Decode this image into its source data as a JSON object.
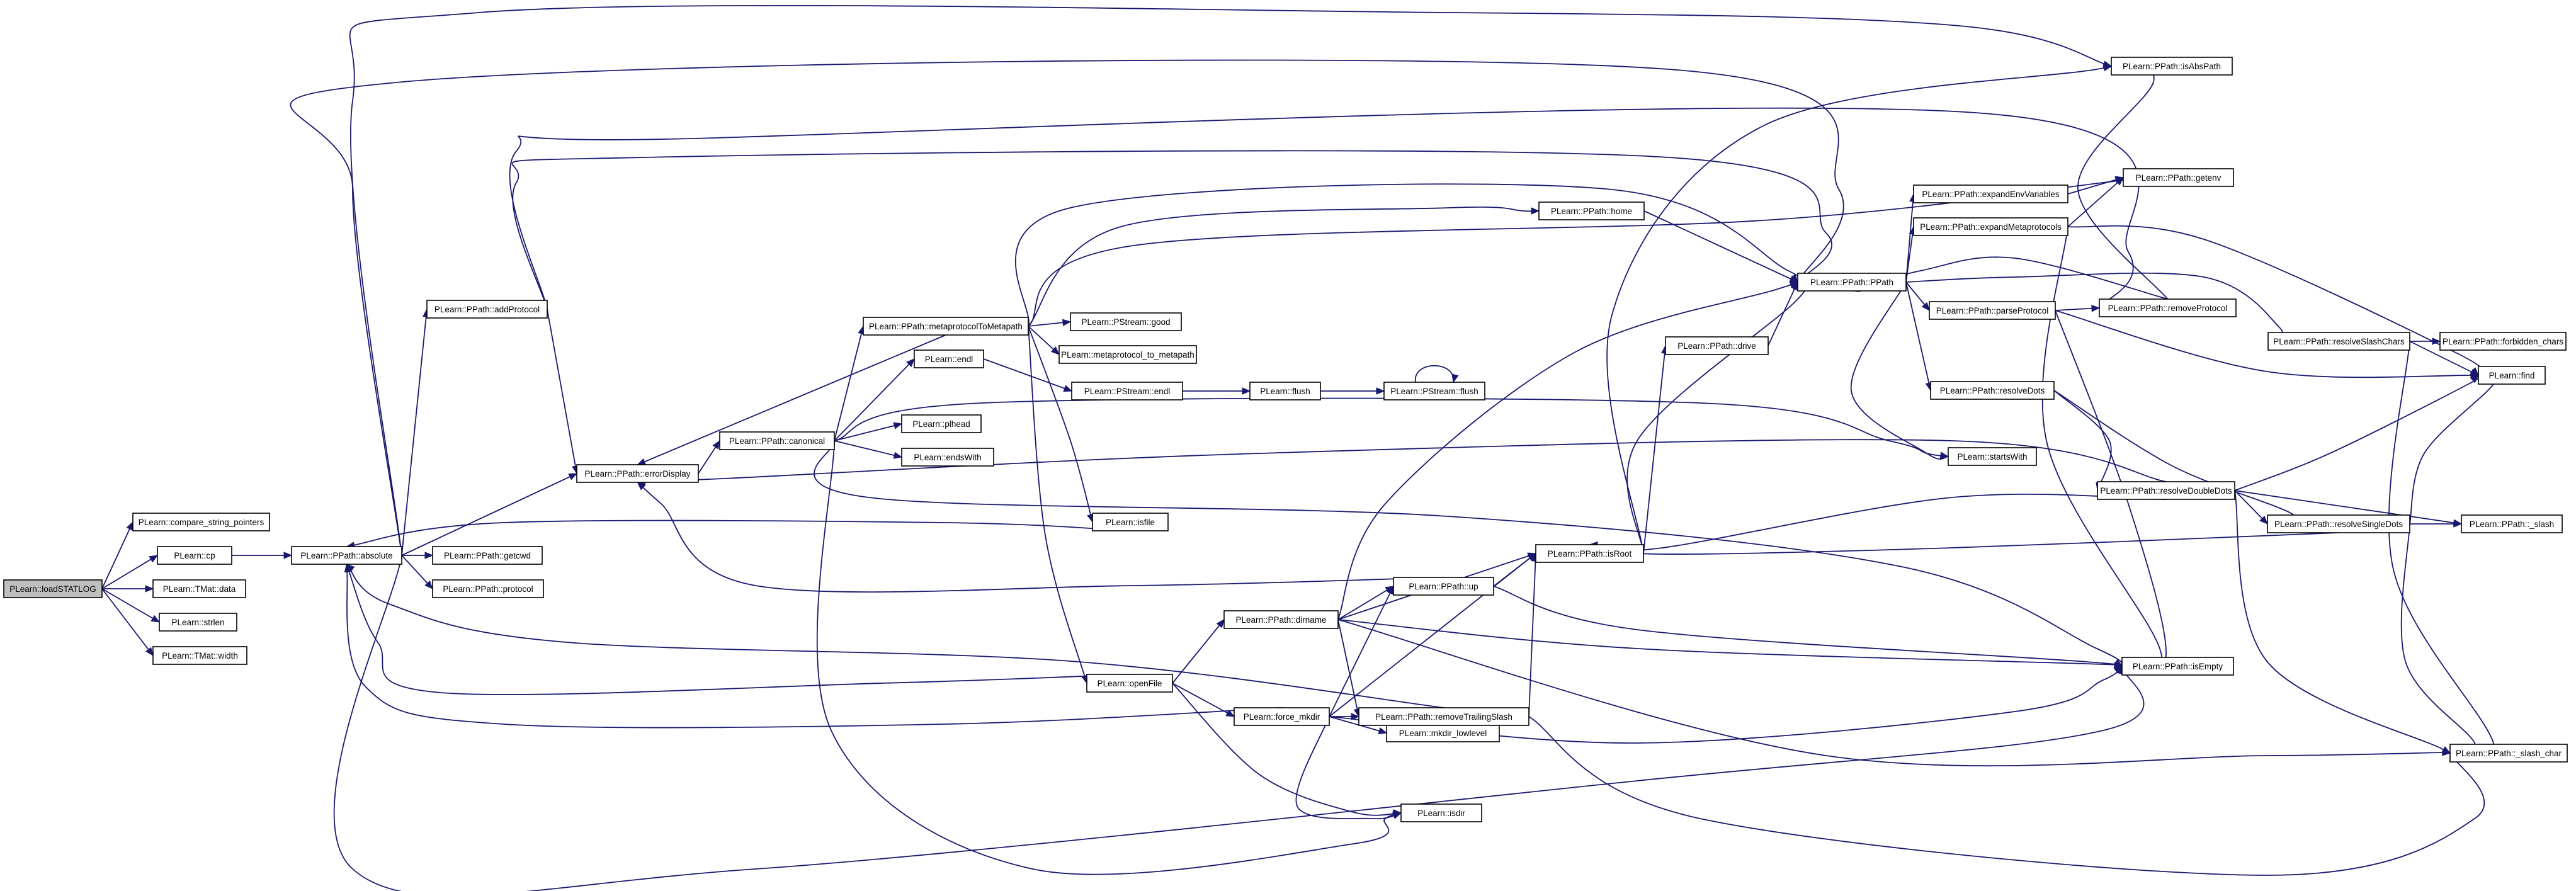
{
  "graph": {
    "root": "PLearn::loadSTATLOG",
    "nodes": [
      {
        "id": "loadSTATLOG",
        "label": "PLearn::loadSTATLOG"
      },
      {
        "id": "compare_string_pointers",
        "label": "PLearn::compare_string_pointers"
      },
      {
        "id": "cp",
        "label": "PLearn::cp"
      },
      {
        "id": "tmat_data",
        "label": "PLearn::TMat::data"
      },
      {
        "id": "strlen",
        "label": "PLearn::strlen"
      },
      {
        "id": "tmat_width",
        "label": "PLearn::TMat::width"
      },
      {
        "id": "absolute",
        "label": "PLearn::PPath::absolute"
      },
      {
        "id": "getcwd",
        "label": "PLearn::PPath::getcwd"
      },
      {
        "id": "protocol",
        "label": "PLearn::PPath::protocol"
      },
      {
        "id": "addProtocol",
        "label": "PLearn::PPath::addProtocol"
      },
      {
        "id": "errorDisplay",
        "label": "PLearn::PPath::errorDisplay"
      },
      {
        "id": "canonical",
        "label": "PLearn::PPath::canonical"
      },
      {
        "id": "metaprotocolToMetapath",
        "label": "PLearn::PPath::metaprotocolToMetapath"
      },
      {
        "id": "endl",
        "label": "PLearn::endl"
      },
      {
        "id": "plhead",
        "label": "PLearn::plhead"
      },
      {
        "id": "endsWith",
        "label": "PLearn::endsWith"
      },
      {
        "id": "pstream_good",
        "label": "PLearn::PStream::good"
      },
      {
        "id": "metaprotocol_to_metapath",
        "label": "PLearn::metaprotocol_to_metapath"
      },
      {
        "id": "pstream_endl",
        "label": "PLearn::PStream::endl"
      },
      {
        "id": "flush",
        "label": "PLearn::flush"
      },
      {
        "id": "pstream_flush",
        "label": "PLearn::PStream::flush"
      },
      {
        "id": "isfile",
        "label": "PLearn::isfile"
      },
      {
        "id": "openFile",
        "label": "PLearn::openFile"
      },
      {
        "id": "dirname",
        "label": "PLearn::PPath::dirname"
      },
      {
        "id": "force_mkdir",
        "label": "PLearn::force_mkdir"
      },
      {
        "id": "mkdir_lowlevel",
        "label": "PLearn::mkdir_lowlevel"
      },
      {
        "id": "isdir",
        "label": "PLearn::isdir"
      },
      {
        "id": "home",
        "label": "PLearn::PPath::home"
      },
      {
        "id": "up",
        "label": "PLearn::PPath::up"
      },
      {
        "id": "removeTrailingSlash",
        "label": "PLearn::PPath::removeTrailingSlash"
      },
      {
        "id": "isRoot",
        "label": "PLearn::PPath::isRoot"
      },
      {
        "id": "drive",
        "label": "PLearn::PPath::drive"
      },
      {
        "id": "ppath",
        "label": "PLearn::PPath::PPath"
      },
      {
        "id": "expandEnvVariables",
        "label": "PLearn::PPath::expandEnvVariables"
      },
      {
        "id": "expandMetaprotocols",
        "label": "PLearn::PPath::expandMetaprotocols"
      },
      {
        "id": "parseProtocol",
        "label": "PLearn::PPath::parseProtocol"
      },
      {
        "id": "resolveDots",
        "label": "PLearn::PPath::resolveDots"
      },
      {
        "id": "startsWith",
        "label": "PLearn::startsWith"
      },
      {
        "id": "isAbsPath",
        "label": "PLearn::PPath::isAbsPath"
      },
      {
        "id": "getenv",
        "label": "PLearn::PPath::getenv"
      },
      {
        "id": "removeProtocol",
        "label": "PLearn::PPath::removeProtocol"
      },
      {
        "id": "resolveDoubleDots",
        "label": "PLearn::PPath::resolveDoubleDots"
      },
      {
        "id": "isEmpty",
        "label": "PLearn::PPath::isEmpty"
      },
      {
        "id": "resolveSlashChars",
        "label": "PLearn::PPath::resolveSlashChars"
      },
      {
        "id": "forbidden_chars",
        "label": "PLearn::PPath::forbidden_chars"
      },
      {
        "id": "find",
        "label": "PLearn::find"
      },
      {
        "id": "resolveSingleDots",
        "label": "PLearn::PPath::resolveSingleDots"
      },
      {
        "id": "_slash",
        "label": "PLearn::PPath::_slash"
      },
      {
        "id": "_slash_char",
        "label": "PLearn::PPath::_slash_char"
      }
    ],
    "edges": [
      [
        "loadSTATLOG",
        "compare_string_pointers"
      ],
      [
        "loadSTATLOG",
        "cp"
      ],
      [
        "loadSTATLOG",
        "tmat_data"
      ],
      [
        "loadSTATLOG",
        "strlen"
      ],
      [
        "loadSTATLOG",
        "tmat_width"
      ],
      [
        "cp",
        "absolute"
      ],
      [
        "absolute",
        "addProtocol"
      ],
      [
        "absolute",
        "getcwd"
      ],
      [
        "absolute",
        "protocol"
      ],
      [
        "absolute",
        "errorDisplay"
      ],
      [
        "absolute",
        "isAbsPath"
      ],
      [
        "absolute",
        "ppath"
      ],
      [
        "absolute",
        "isEmpty"
      ],
      [
        "addProtocol",
        "errorDisplay"
      ],
      [
        "addProtocol",
        "ppath"
      ],
      [
        "addProtocol",
        "removeProtocol"
      ],
      [
        "errorDisplay",
        "canonical"
      ],
      [
        "canonical",
        "metaprotocolToMetapath"
      ],
      [
        "canonical",
        "endl"
      ],
      [
        "canonical",
        "plhead"
      ],
      [
        "canonical",
        "endsWith"
      ],
      [
        "canonical",
        "startsWith"
      ],
      [
        "canonical",
        "isEmpty"
      ],
      [
        "canonical",
        "isdir"
      ],
      [
        "metaprotocolToMetapath",
        "errorDisplay"
      ],
      [
        "metaprotocolToMetapath",
        "pstream_good"
      ],
      [
        "metaprotocolToMetapath",
        "metaprotocol_to_metapath"
      ],
      [
        "metaprotocolToMetapath",
        "isfile"
      ],
      [
        "metaprotocolToMetapath",
        "openFile"
      ],
      [
        "metaprotocolToMetapath",
        "home"
      ],
      [
        "metaprotocolToMetapath",
        "ppath"
      ],
      [
        "metaprotocolToMetapath",
        "getenv"
      ],
      [
        "endl",
        "pstream_endl"
      ],
      [
        "pstream_endl",
        "flush"
      ],
      [
        "flush",
        "pstream_flush"
      ],
      [
        "pstream_flush",
        "pstream_flush"
      ],
      [
        "isfile",
        "absolute"
      ],
      [
        "openFile",
        "absolute"
      ],
      [
        "openFile",
        "dirname"
      ],
      [
        "openFile",
        "force_mkdir"
      ],
      [
        "openFile",
        "isdir"
      ],
      [
        "dirname",
        "up"
      ],
      [
        "dirname",
        "ppath"
      ],
      [
        "dirname",
        "isRoot"
      ],
      [
        "dirname",
        "isEmpty"
      ],
      [
        "dirname",
        "removeTrailingSlash"
      ],
      [
        "dirname",
        "_slash_char"
      ],
      [
        "force_mkdir",
        "absolute"
      ],
      [
        "force_mkdir",
        "up"
      ],
      [
        "force_mkdir",
        "isRoot"
      ],
      [
        "force_mkdir",
        "removeTrailingSlash"
      ],
      [
        "force_mkdir",
        "mkdir_lowlevel"
      ],
      [
        "force_mkdir",
        "isdir"
      ],
      [
        "force_mkdir",
        "isEmpty"
      ],
      [
        "home",
        "ppath"
      ],
      [
        "up",
        "errorDisplay"
      ],
      [
        "up",
        "isRoot"
      ],
      [
        "up",
        "isEmpty"
      ],
      [
        "removeTrailingSlash",
        "absolute"
      ],
      [
        "removeTrailingSlash",
        "isRoot"
      ],
      [
        "removeTrailingSlash",
        "_slash_char"
      ],
      [
        "isRoot",
        "drive"
      ],
      [
        "isRoot",
        "ppath"
      ],
      [
        "isRoot",
        "isAbsPath"
      ],
      [
        "drive",
        "ppath"
      ],
      [
        "ppath",
        "expandEnvVariables"
      ],
      [
        "ppath",
        "expandMetaprotocols"
      ],
      [
        "ppath",
        "parseProtocol"
      ],
      [
        "ppath",
        "resolveDots"
      ],
      [
        "ppath",
        "startsWith"
      ],
      [
        "ppath",
        "resolveSlashChars"
      ],
      [
        "expandEnvVariables",
        "getenv"
      ],
      [
        "expandMetaprotocols",
        "getenv"
      ],
      [
        "expandMetaprotocols",
        "find"
      ],
      [
        "expandMetaprotocols",
        "isEmpty"
      ],
      [
        "parseProtocol",
        "removeProtocol"
      ],
      [
        "parseProtocol",
        "find"
      ],
      [
        "parseProtocol",
        "isEmpty"
      ],
      [
        "resolveDots",
        "resolveDoubleDots"
      ],
      [
        "resolveDots",
        "resolveSingleDots"
      ],
      [
        "removeProtocol",
        "ppath"
      ],
      [
        "removeProtocol",
        "isAbsPath"
      ],
      [
        "resolveDoubleDots",
        "errorDisplay"
      ],
      [
        "resolveDoubleDots",
        "isRoot"
      ],
      [
        "resolveDoubleDots",
        "find"
      ],
      [
        "resolveDoubleDots",
        "resolveSingleDots"
      ],
      [
        "resolveDoubleDots",
        "_slash"
      ],
      [
        "resolveDoubleDots",
        "_slash_char"
      ],
      [
        "resolveSlashChars",
        "forbidden_chars"
      ],
      [
        "resolveSlashChars",
        "find"
      ],
      [
        "resolveSlashChars",
        "_slash_char"
      ],
      [
        "resolveSingleDots",
        "isRoot"
      ],
      [
        "resolveSingleDots",
        "find"
      ],
      [
        "resolveSingleDots",
        "_slash"
      ],
      [
        "resolveSingleDots",
        "_slash_char"
      ]
    ]
  },
  "colors": {
    "edge": "#191970",
    "root_fill": "#bfbfbf",
    "node_fill": "#ffffff",
    "node_border": "#000000"
  }
}
